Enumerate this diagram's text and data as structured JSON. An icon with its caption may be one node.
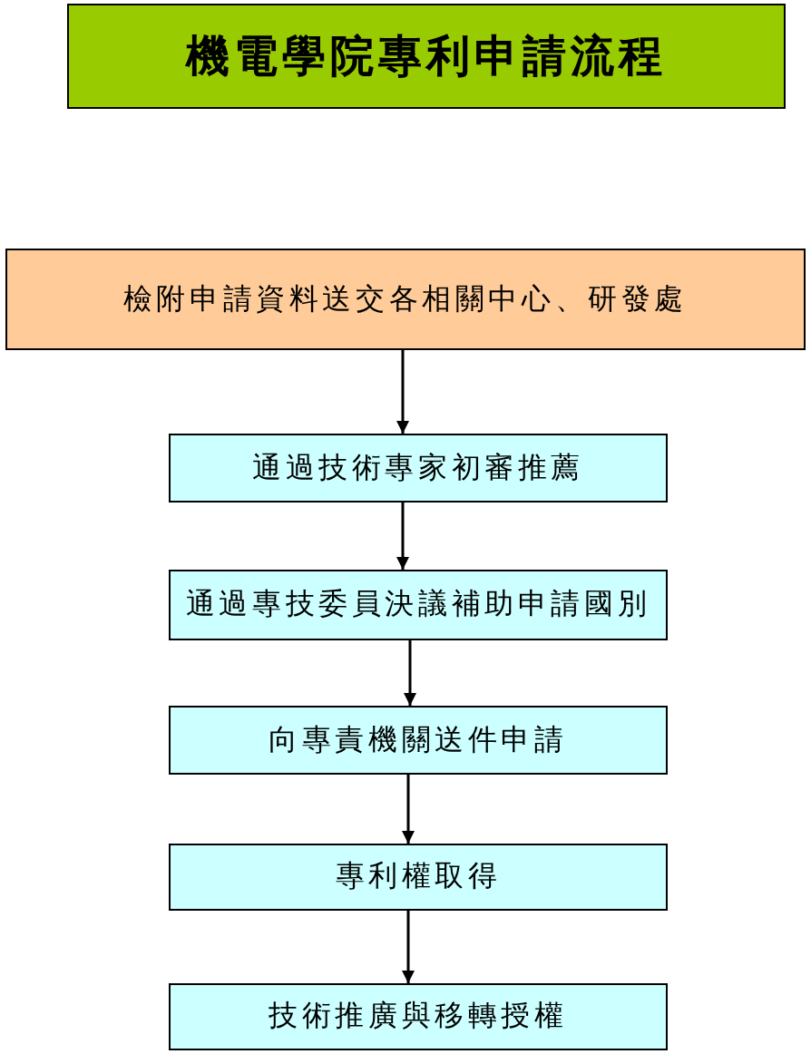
{
  "diagram": {
    "title": "機電學院專利申請流程",
    "nodes": [
      {
        "text": [
          "檢附申請資料送交各相關中心、研發處"
        ]
      },
      {
        "text": [
          "通過技術專家初審推薦"
        ]
      },
      {
        "text": [
          "通過專技委員決議補助申請國別"
        ]
      },
      {
        "text": [
          "向專責機關送件申請"
        ]
      },
      {
        "text": [
          "專利權取得"
        ]
      },
      {
        "text": [
          "技術推廣與移轉授權"
        ]
      }
    ],
    "edges": [
      {
        "from": 0,
        "to": 1,
        "arrow": "to"
      },
      {
        "from": 1,
        "to": 2,
        "arrow": "to"
      },
      {
        "from": 2,
        "to": 3,
        "arrow": "to"
      },
      {
        "from": 3,
        "to": 4,
        "arrow": "to"
      },
      {
        "from": 4,
        "to": 5,
        "arrow": "to"
      }
    ]
  }
}
